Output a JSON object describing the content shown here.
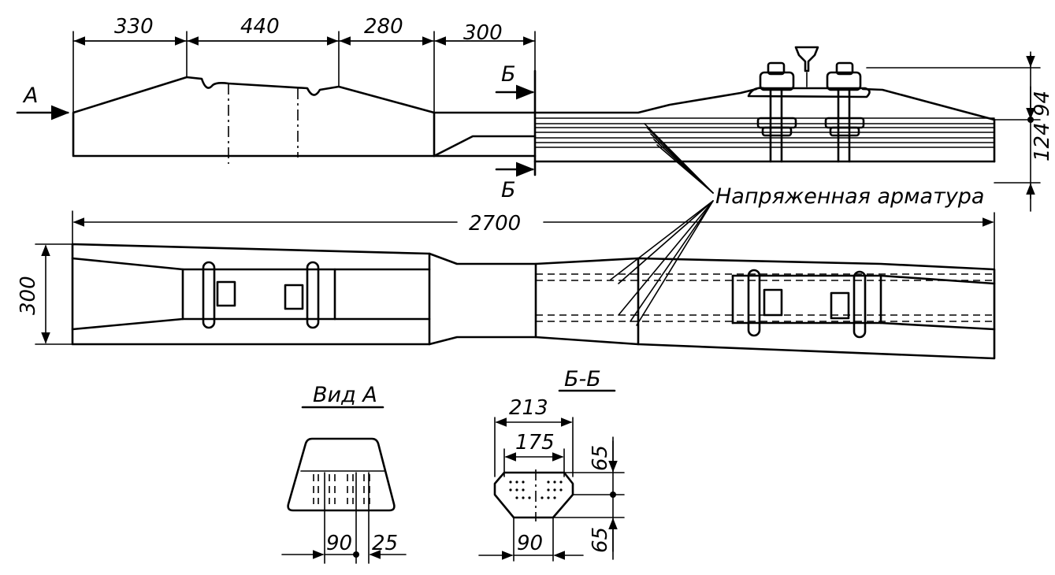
{
  "dimensions": {
    "d330": "330",
    "d440": "440",
    "d280": "280",
    "d300_top": "300",
    "d2700": "2700",
    "d300_side": "300",
    "d94": "94",
    "d124": "124",
    "d213": "213",
    "d175": "175",
    "d65_top": "65",
    "d65_bottom": "65",
    "d90_view": "90",
    "d25_view": "25",
    "d90_section": "90"
  },
  "labels": {
    "view_arrow": "А",
    "section_mark_top": "Б",
    "section_mark_bottom": "Б",
    "reinforcement": "Напряженная арматура",
    "view_a_title": "Вид А",
    "section_title": "Б-Б"
  }
}
